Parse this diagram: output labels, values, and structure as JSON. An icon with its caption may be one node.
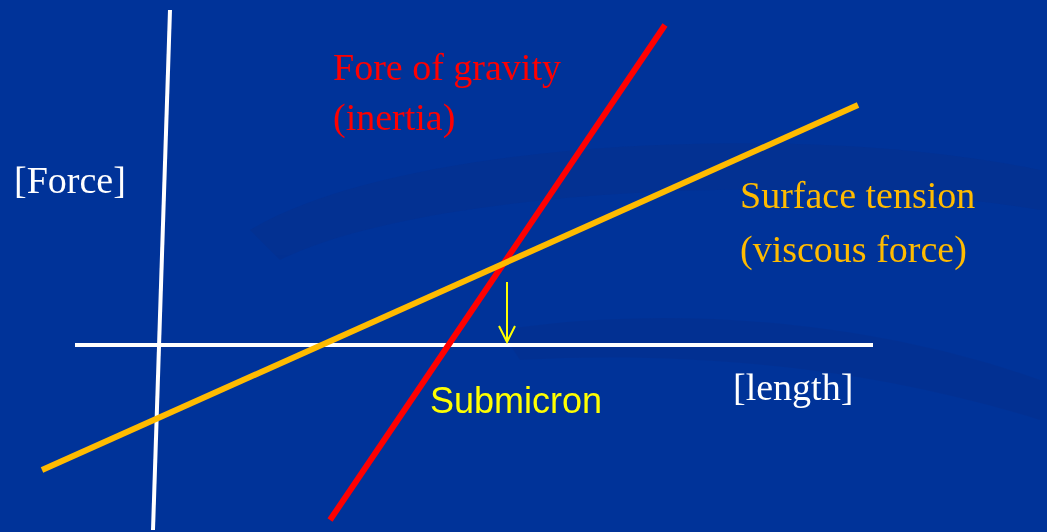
{
  "diagram": {
    "labels": [
      "Fore of gravity (inertia)",
      "[Force]",
      "Surface tension (viscous force)",
      "[length]",
      "Submicron"
    ]
  }
}
